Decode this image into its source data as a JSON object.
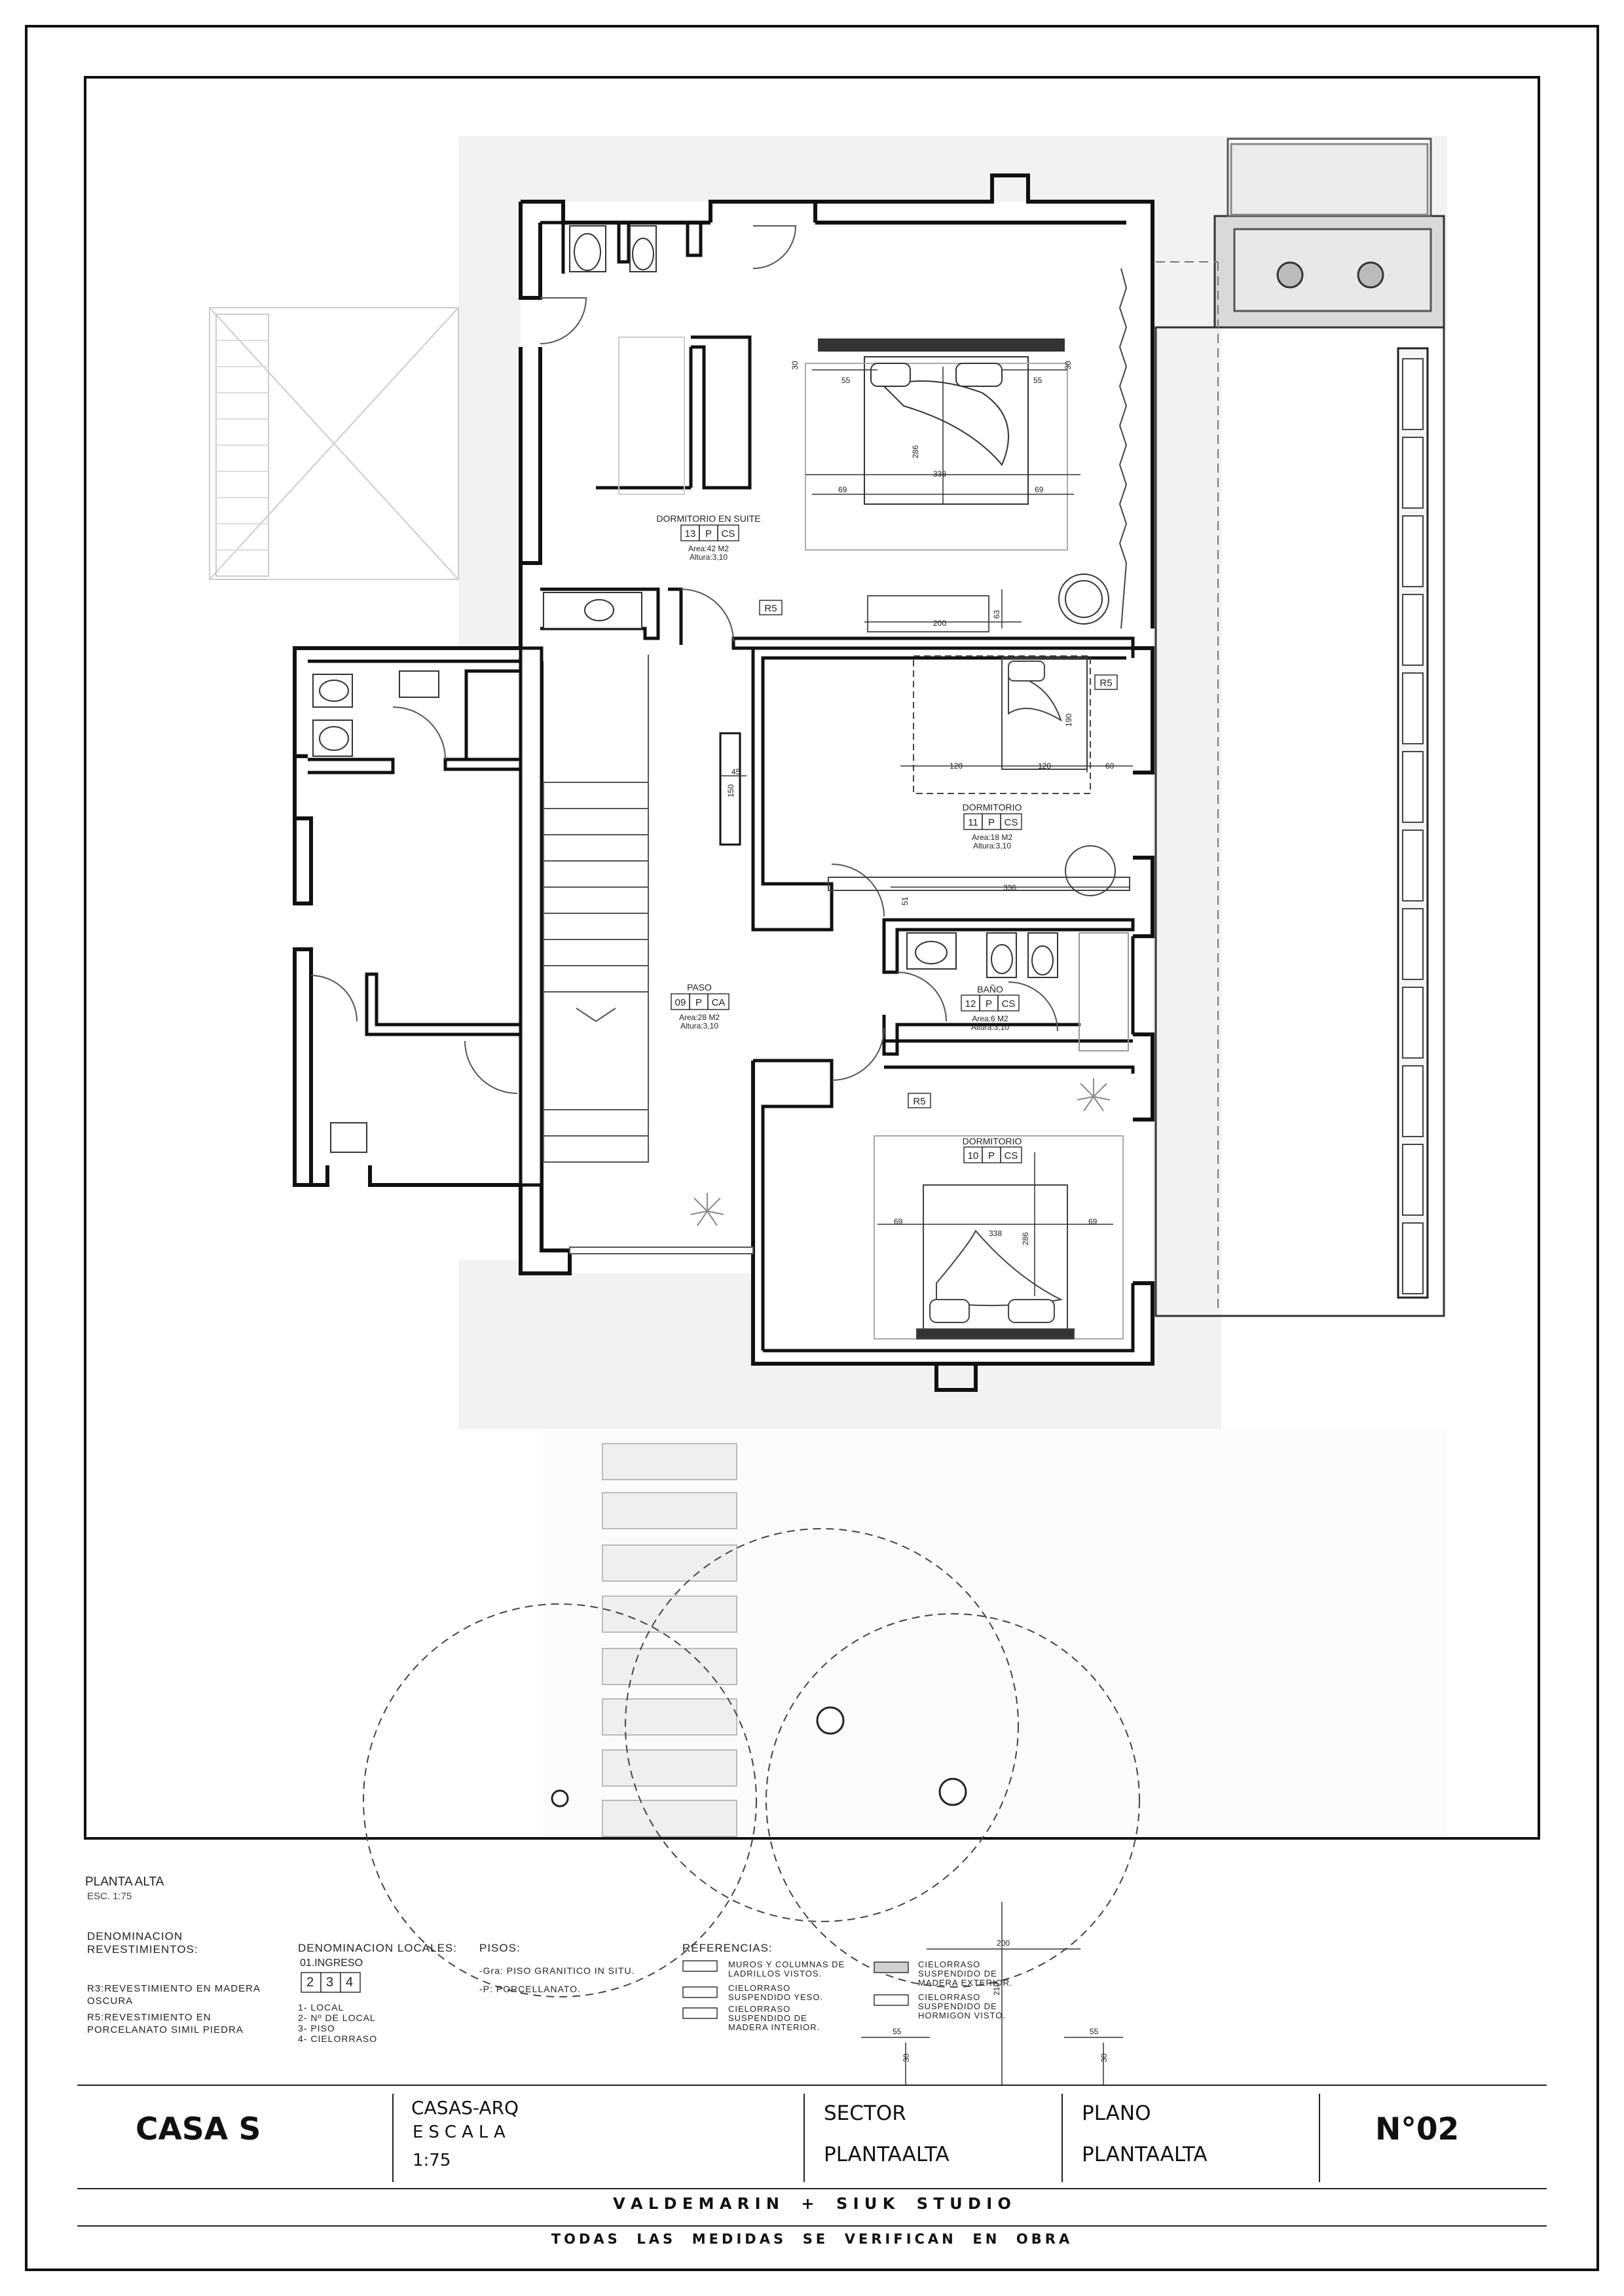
{
  "plan_title": "PLANTA ALTA",
  "plan_scale": "ESC. 1:75",
  "rooms": {
    "suite": {
      "name": "DORMITORIO  EN  SUITE",
      "num": "13",
      "p": "P",
      "c": "CS",
      "area": "Area:42 M2",
      "height": "Altura:3,10"
    },
    "dorm11": {
      "name": "DORMITORIO",
      "num": "11",
      "p": "P",
      "c": "CS",
      "area": "Area:18 M2",
      "height": "Altura:3,10"
    },
    "paso": {
      "name": "PASO",
      "num": "09",
      "p": "P",
      "c": "CA",
      "area": "Area:28 M2",
      "height": "Altura:3,10"
    },
    "bano": {
      "name": "BAÑO",
      "num": "12",
      "p": "P",
      "c": "CS",
      "area": "Area:6 M2",
      "height": "Altura:3,10"
    },
    "dorm10": {
      "name": "DORMITORIO",
      "num": "10",
      "p": "P",
      "c": "CS"
    }
  },
  "revestimiento_tags": [
    "R5",
    "R5",
    "R5"
  ],
  "dimensions": {
    "suite": [
      "30",
      "30",
      "55",
      "55",
      "286",
      "338",
      "69",
      "69",
      "200",
      "63"
    ],
    "dorm11": [
      "190",
      "120",
      "120",
      "60",
      "336",
      "51"
    ],
    "paso": [
      "45",
      "150"
    ],
    "dorm10": [
      "69",
      "338",
      "69",
      "286"
    ],
    "legend": [
      "200",
      "210",
      "55",
      "55",
      "30",
      "30"
    ]
  },
  "legend": {
    "denominacion_revestimientos": {
      "title": [
        "DENOMINACION",
        "REVESTIMIENTOS:"
      ],
      "items": [
        "R3:REVESTIMIENTO  EN  MADERA",
        "OSCURA",
        "R5:REVESTIMIENTO  EN",
        "PORCELANATO  SIMIL  PIEDRA"
      ]
    },
    "denominacion_locales": {
      "title": "DENOMINACION LOCALES:",
      "example_name": "01.INGRESO",
      "boxes": [
        "2",
        "3",
        "4"
      ],
      "items": [
        "1-  LOCAL",
        "2-  Nº  DE  LOCAL",
        "3-  PISO",
        "4-  CIELORRASO"
      ]
    },
    "pisos": {
      "title": "PISOS:",
      "items": [
        "-Gra: PISO  GRANITICO  IN  SITU.",
        "-P: PORCELLANATO."
      ]
    },
    "referencias": {
      "title": "REFERENCIAS:",
      "items": [
        [
          "MUROS  Y  COLUMNAS  DE",
          "LADRILLOS  VISTOS."
        ],
        [
          "CIELORRASO",
          "SUSPENDIDO  YESO."
        ],
        [
          "CIELORRASO",
          "SUSPENDIDO  DE",
          "MADERA  INTERIOR."
        ],
        [
          "CIELORRASO",
          "SUSPENDIDO  DE",
          "MADERA  EXTERIOR."
        ],
        [
          "CIELORRASO",
          "SUSPENDIDO  DE",
          "HORMIGON  VISTO."
        ]
      ]
    }
  },
  "title_block": {
    "project": "CASA S",
    "firm": "CASAS-ARQ",
    "scale_label": "ESCALA",
    "scale_value": "1:75",
    "sector_label": "SECTOR",
    "sector_value": "PLANTAALTA",
    "plano_label": "PLANO",
    "plano_value": "PLANTAALTA",
    "sheet_number": "N°02",
    "studio": "V A L D E M A R I N    +    S I U K    S T U D I O",
    "note": "TODAS  LAS  MEDIDAS  SE  VERIFICAN  EN  OBRA"
  }
}
